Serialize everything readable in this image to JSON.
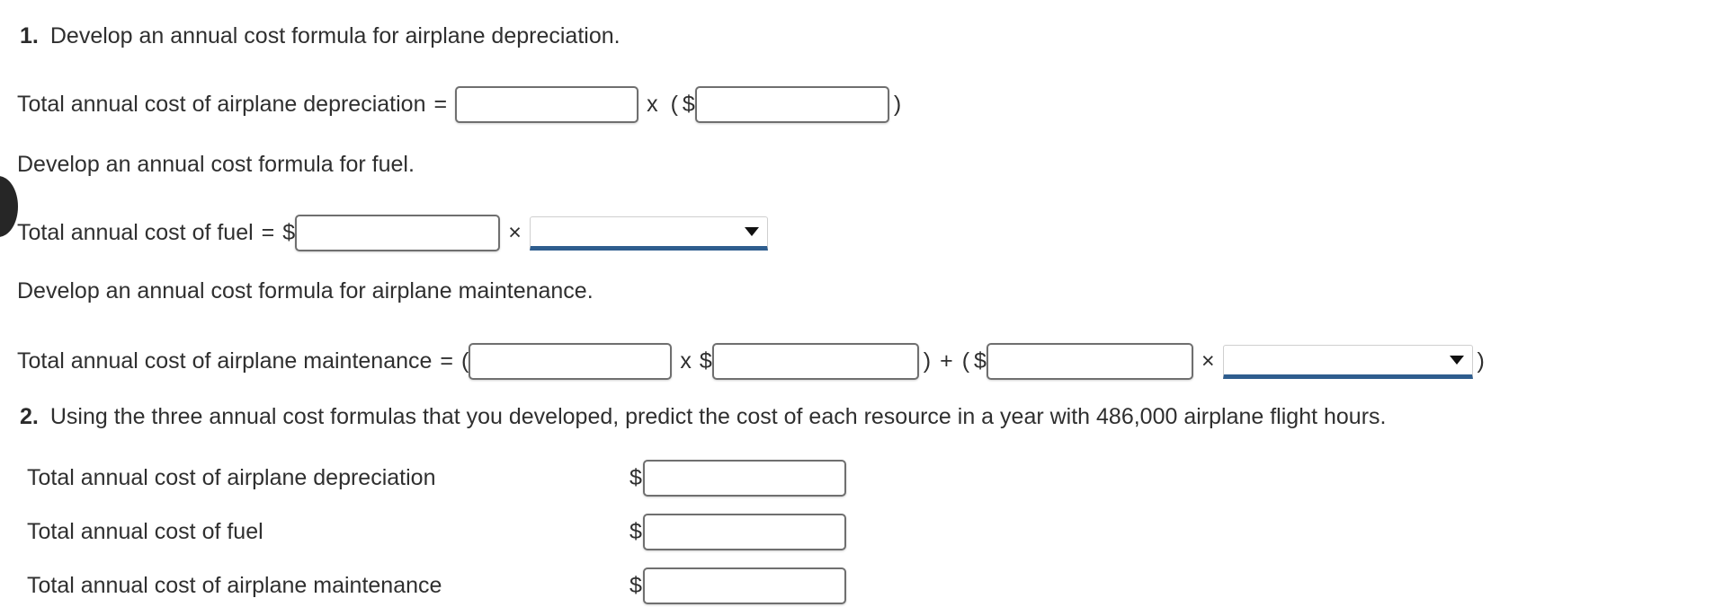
{
  "questions": [
    {
      "number": "1.",
      "text": "Develop an annual cost formula for airplane depreciation."
    },
    {
      "number": "2.",
      "text": "Using the three annual cost formulas that you developed, predict the cost of each resource in a year with 486,000 airplane flight hours."
    }
  ],
  "prompts": {
    "fuel": "Develop an annual cost formula for fuel.",
    "maintenance": "Develop an annual cost formula for airplane maintenance."
  },
  "formulas": {
    "depreciation": {
      "label": "Total annual cost of airplane depreciation",
      "equals": "=",
      "times": "x",
      "open_paren": "(",
      "dollar": "$",
      "close_paren": ")",
      "field_rate": "",
      "field_amount": ""
    },
    "fuel": {
      "label": "Total annual cost of fuel",
      "equals": "=",
      "dollar": "$",
      "times": "×",
      "field_amount": "",
      "driver_selected": "",
      "driver_options": [
        ""
      ]
    },
    "maintenance": {
      "label": "Total annual cost of airplane maintenance",
      "equals": "=",
      "open_paren": "(",
      "times": "x",
      "dollar": "$",
      "close_paren": ")",
      "plus": "+",
      "open_paren_2": "(",
      "dollar_2": "$",
      "times_2": "×",
      "close_paren_2": ")",
      "field_fixed": "",
      "field_fixed_rate": "",
      "field_var_rate": "",
      "driver_selected": "",
      "driver_options": [
        ""
      ]
    }
  },
  "answers": {
    "dollar": "$",
    "rows": [
      {
        "label": "Total annual cost of airplane depreciation",
        "value": ""
      },
      {
        "label": "Total annual cost of fuel",
        "value": ""
      },
      {
        "label": "Total annual cost of airplane maintenance",
        "value": ""
      }
    ]
  },
  "colors": {
    "text": "#2f2f2f",
    "input_border": "#6f6f6f",
    "select_underline": "#2e5d8e",
    "marker": "#262626"
  }
}
